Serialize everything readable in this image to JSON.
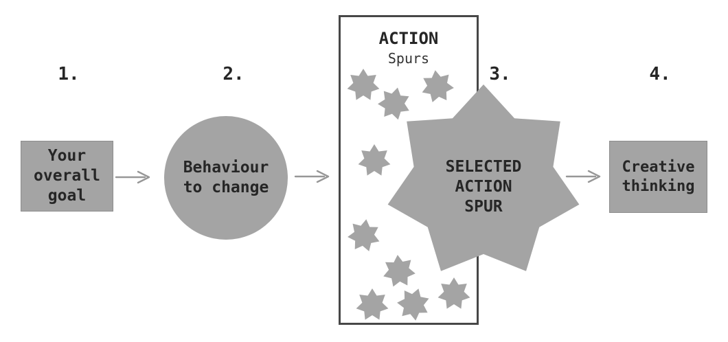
{
  "diagram": {
    "colors": {
      "shape_fill": "#a4a4a4",
      "panel_border": "#474747",
      "text": "#262626",
      "arrow": "#979797",
      "background": "#ffffff"
    },
    "steps": [
      {
        "number": "1.",
        "label": "Your\noverall\ngoal",
        "shape": "rectangle"
      },
      {
        "number": "2.",
        "label": "Behaviour\nto change",
        "shape": "circle"
      },
      {
        "number": "3.",
        "label": "SELECTED\nACTION\nSPUR",
        "shape": "star"
      },
      {
        "number": "4.",
        "label": "Creative\nthinking",
        "shape": "rectangle"
      }
    ],
    "spurs_panel": {
      "title": "ACTION",
      "subtitle": "Spurs",
      "small_star_count": 9
    }
  }
}
